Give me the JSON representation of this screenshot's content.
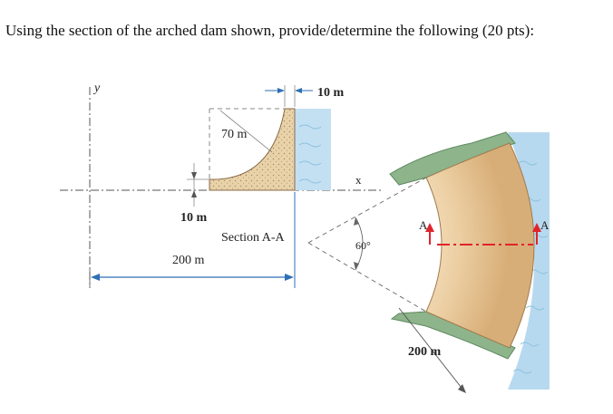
{
  "prompt": "Using the section of the arched dam shown, provide/determine the following (20 pts):",
  "diagram": {
    "axis_y_label": "y",
    "axis_x_label": "x",
    "dim_top": "10 m",
    "dim_height": "70 m",
    "dim_base": "10 m",
    "dim_length": "200 m",
    "section_label": "Section A-A",
    "angle_label": "60°",
    "radius_label": "200 m",
    "section_mark_left": "A",
    "section_mark_right": "A",
    "colors": {
      "concrete": "#e9cfa4",
      "concrete_shade": "#d6ae77",
      "water": "#b7d9ef",
      "abutment": "#8db48b",
      "cut_line": "#e0242b",
      "dimension": "#2e6fb5"
    }
  }
}
